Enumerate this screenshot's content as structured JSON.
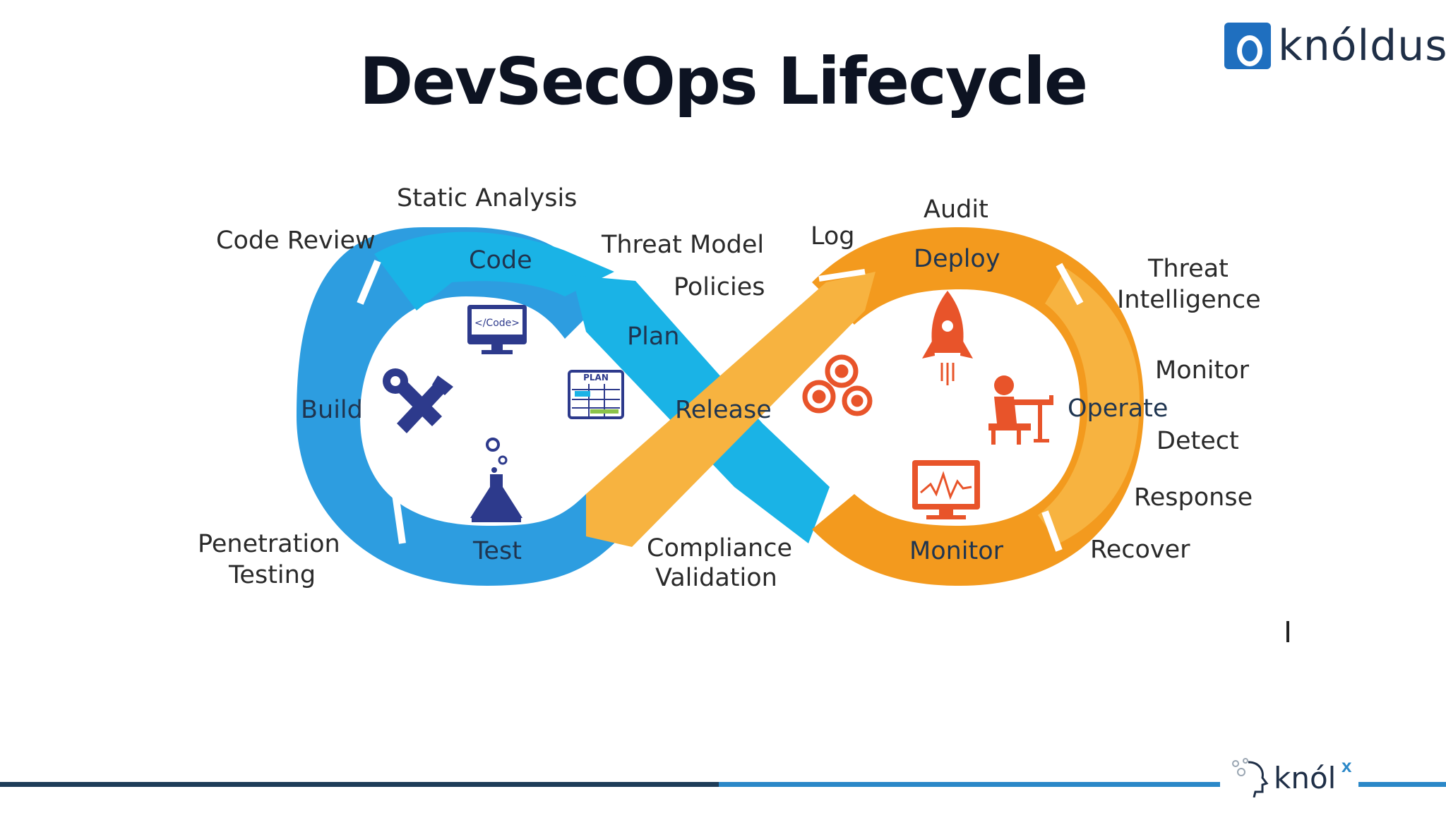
{
  "title": "DevSecOps Lifecycle",
  "brand": {
    "name": "knóldus",
    "footer_name": "knól",
    "footer_sup": "x"
  },
  "colors": {
    "blue_loop": "#2d9de0",
    "blue_light": "#1ab3e6",
    "orange_loop": "#f39a1e",
    "orange_light": "#f7b340",
    "title": "#0d1322",
    "icon_navy": "#2d3a8c",
    "icon_orange": "#e8542a"
  },
  "stages": {
    "code": "Code",
    "build": "Build",
    "test": "Test",
    "plan": "Plan",
    "release": "Release",
    "deploy": "Deploy",
    "operate": "Operate",
    "monitor": "Monitor"
  },
  "labels": {
    "static_analysis": "Static Analysis",
    "code_review": "Code Review",
    "threat_model": "Threat Model",
    "policies": "Policies",
    "penetration": "Penetration",
    "testing": "Testing",
    "compliance": "Compliance",
    "validation": "Validation",
    "log": "Log",
    "audit": "Audit",
    "threat": "Threat",
    "intelligence": "Intelligence",
    "monitor": "Monitor",
    "detect": "Detect",
    "response": "Response",
    "recover": "Recover"
  },
  "icons": {
    "code_screen_text": "</Code>",
    "plan_sheet_text": "PLAN"
  }
}
